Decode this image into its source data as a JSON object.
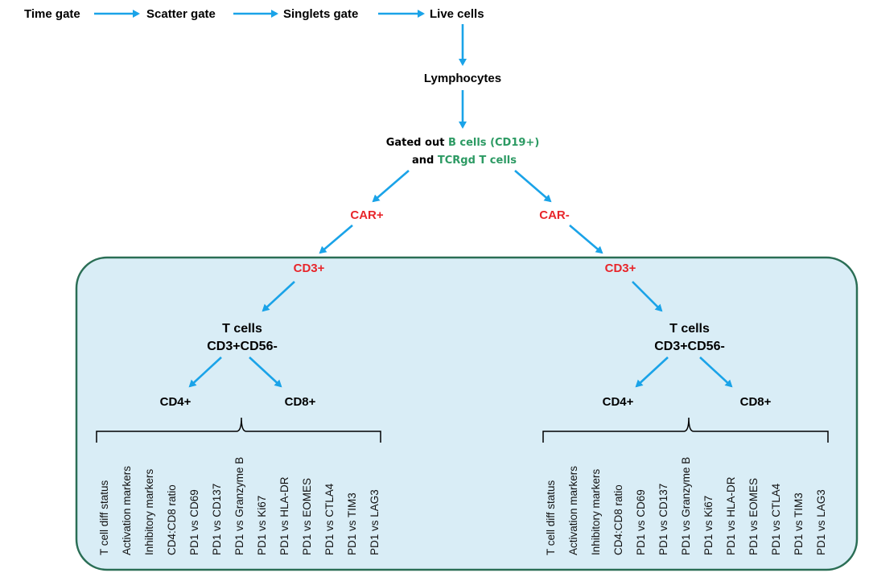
{
  "colors": {
    "arrow": "#1aa3e8",
    "red_label": "#e8262b",
    "green_label": "#2c9a63",
    "panel_fill": "#d9edf6",
    "panel_border": "#2a6e55"
  },
  "top_flow": [
    "Time gate",
    "Scatter gate",
    "Singlets gate",
    "Live cells"
  ],
  "lymphocytes": "Lymphocytes",
  "gated_out": {
    "line1_prefix": "Gated out ",
    "line1_highlight": "B cells (CD19+)",
    "line2_prefix": "and ",
    "line2_highlight": "TCRgd T cells"
  },
  "car_pos": "CAR+",
  "car_neg": "CAR-",
  "branches": [
    {
      "cd3": "CD3+",
      "tcells_line1": "T cells",
      "tcells_line2": "CD3+CD56-",
      "cd4": "CD4+",
      "cd8": "CD8+",
      "markers": [
        "T cell diff status",
        "Activation markers",
        "Inhibitory markers",
        "CD4:CD8 ratio",
        "PD1 vs CD69",
        "PD1 vs CD137",
        "PD1 vs Granzyme B",
        "PD1 vs Ki67",
        "PD1 vs HLA-DR",
        "PD1 vs EOMES",
        "PD1 vs CTLA4",
        "PD1 vs TIM3",
        "PD1 vs LAG3"
      ]
    },
    {
      "cd3": "CD3+",
      "tcells_line1": "T cells",
      "tcells_line2": "CD3+CD56-",
      "cd4": "CD4+",
      "cd8": "CD8+",
      "markers": [
        "T cell diff status",
        "Activation markers",
        "Inhibitory markers",
        "CD4:CD8 ratio",
        "PD1 vs CD69",
        "PD1 vs CD137",
        "PD1 vs Granzyme B",
        "PD1 vs Ki67",
        "PD1 vs HLA-DR",
        "PD1 vs EOMES",
        "PD1 vs CTLA4",
        "PD1 vs TIM3",
        "PD1 vs LAG3"
      ]
    }
  ]
}
